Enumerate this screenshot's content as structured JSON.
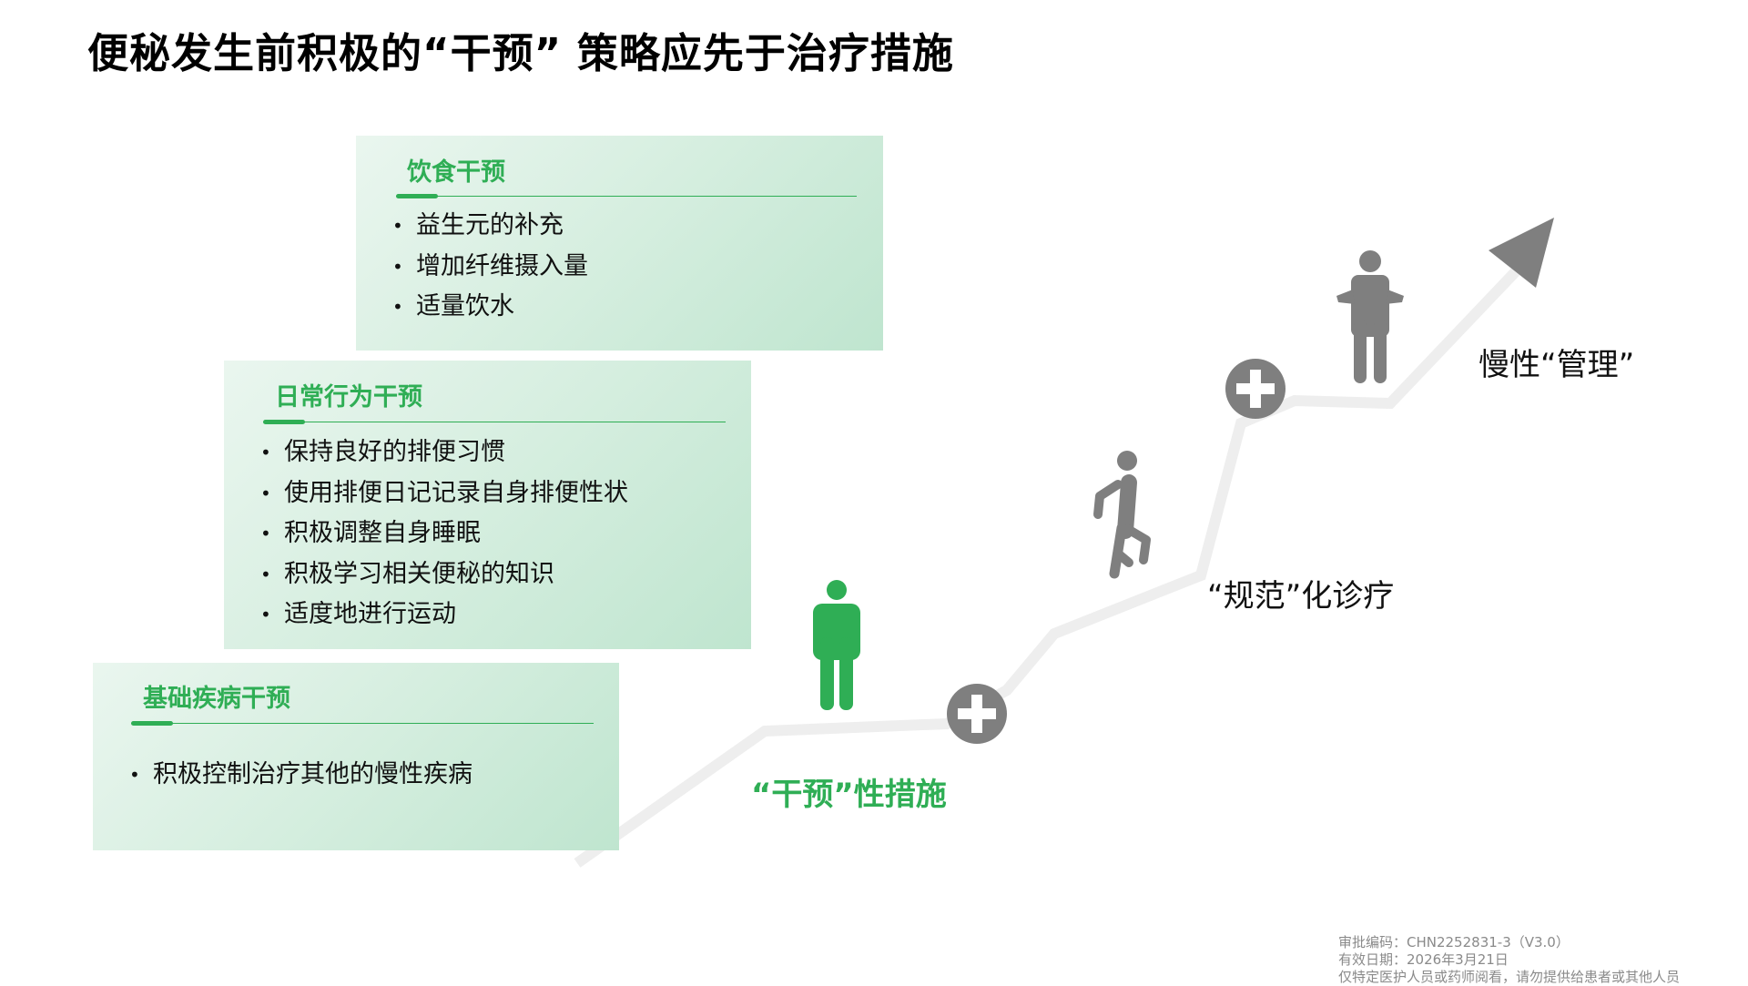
{
  "title": "便秘发生前积极的“干预” 策略应先于治疗措施",
  "boxes": [
    {
      "heading": "饮食干预",
      "items": [
        "益生元的补充",
        "增加纤维摄入量",
        "适量饮水"
      ]
    },
    {
      "heading": "日常行为干预",
      "items": [
        "保持良好的排便习惯",
        "使用排便日记记录自身排便性状",
        "积极调整自身睡眠",
        "积极学习相关便秘的知识",
        "适度地进行运动"
      ]
    },
    {
      "heading": "基础疾病干预",
      "items": [
        "积极控制治疗其他的慢性疾病"
      ]
    }
  ],
  "stages": {
    "intervention": "“干预”性措施",
    "standard": "“规范”化诊疗",
    "management": "慢性“管理”"
  },
  "footer": {
    "approval": "审批编码：CHN2252831-3（V3.0）",
    "valid": "有效日期：2026年3月21日",
    "notice": "仅特定医护人员或药师阅看，请勿提供给患者或其他人员"
  },
  "colors": {
    "accent": "#2fae55",
    "icon_gray": "#808080",
    "path_gray": "#eeeeee"
  }
}
